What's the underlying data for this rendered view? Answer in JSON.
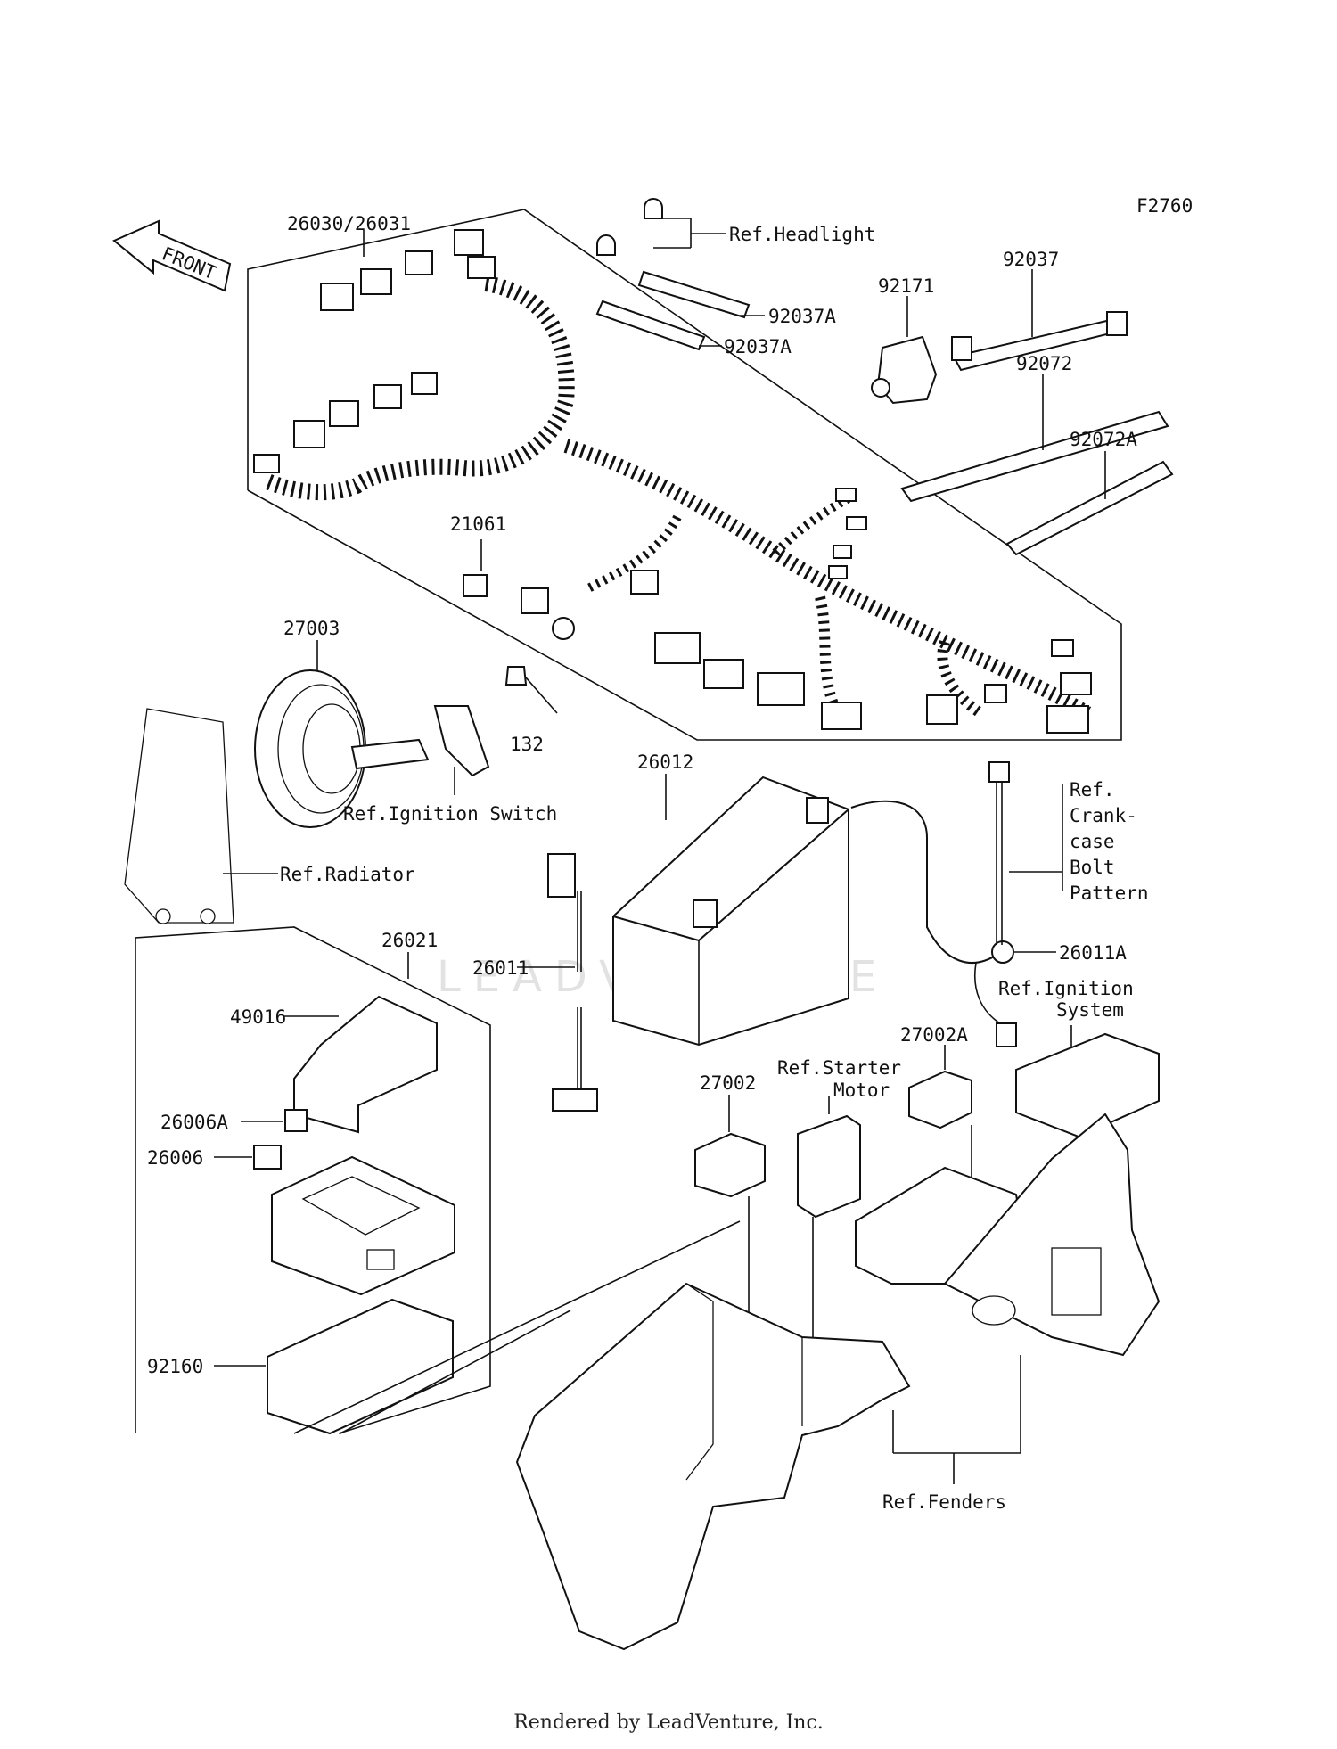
{
  "diagram_code": "F2760",
  "front_label": "FRONT",
  "watermark": "LEADVENTURE",
  "footer": "Rendered by LeadVenture, Inc.",
  "parts": {
    "harness": "26030/26031",
    "p21061": "21061",
    "p27003": "27003",
    "p132": "132",
    "p26012": "26012",
    "p26011": "26011",
    "p26011A": "26011A",
    "p26021": "26021",
    "p49016": "49016",
    "p26006A": "26006A",
    "p26006": "26006",
    "p92160": "92160",
    "p27002": "27002",
    "p27002A": "27002A",
    "p92171": "92171",
    "p92037": "92037",
    "p92037A_1": "92037A",
    "p92037A_2": "92037A",
    "p92072": "92072",
    "p92072A": "92072A"
  },
  "refs": {
    "headlight": "Ref.Headlight",
    "ignition_switch": "Ref.Ignition Switch",
    "radiator": "Ref.Radiator",
    "crankcase": [
      "Ref.",
      "Crank-",
      "case",
      "Bolt",
      "Pattern"
    ],
    "ignition_system": [
      "Ref.Ignition",
      "System"
    ],
    "starter_motor": [
      "Ref.Starter",
      "Motor"
    ],
    "fenders": "Ref.Fenders"
  }
}
